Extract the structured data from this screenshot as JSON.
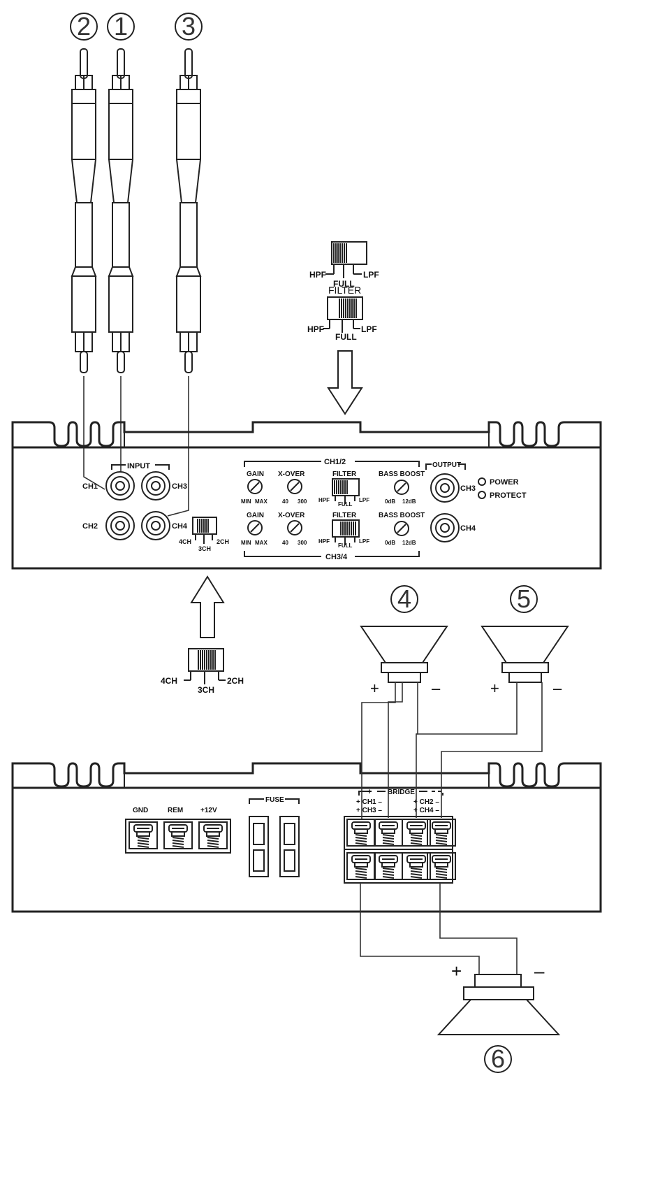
{
  "callouts": [
    "2",
    "1",
    "3",
    "4",
    "5",
    "6"
  ],
  "switch_filter": {
    "title": "FILTER",
    "hpf": "HPF",
    "full": "FULL",
    "lpf": "LPF"
  },
  "switch_mode": {
    "left": "4CH",
    "mid": "3CH",
    "right": "2CH"
  },
  "front_panel": {
    "input": "INPUT",
    "output": "OUTPUT",
    "ch1": "CH1",
    "ch2": "CH2",
    "ch3": "CH3",
    "ch4": "CH4",
    "ch12": "CH1/2",
    "ch34": "CH3/4",
    "gain": "GAIN",
    "xover": "X-OVER",
    "filter": "FILTER",
    "bass_boost": "BASS BOOST",
    "min": "MIN",
    "max": "MAX",
    "x40": "40",
    "x300": "300",
    "db0": "0dB",
    "db12": "12dB",
    "power": "POWER",
    "protect": "PROTECT"
  },
  "rear_panel": {
    "gnd": "GND",
    "rem": "REM",
    "v12": "+12V",
    "fuse": "FUSE",
    "bridge": "BRIDGE",
    "row1_left": "+ CH1 –",
    "row1_right": "+ CH2 –",
    "row2_left": "+ CH3 –",
    "row2_right": "+ CH4 –"
  },
  "polarity": {
    "plus": "+",
    "minus": "–"
  }
}
